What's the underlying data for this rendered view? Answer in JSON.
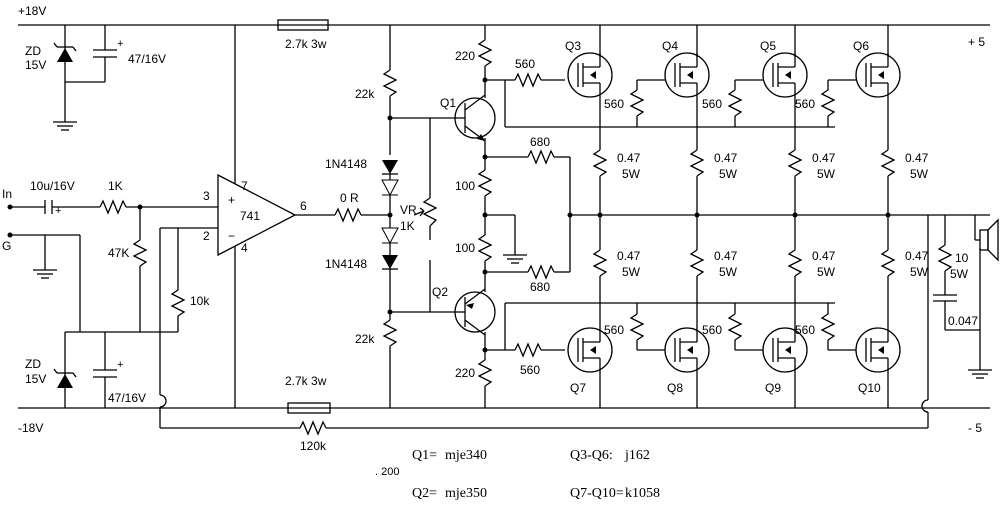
{
  "rails": {
    "positive": "+18V",
    "negative": "-18V",
    "right_top": "+ 5",
    "right_bottom": "- 5"
  },
  "inputs": {
    "in": "In",
    "ground": "G"
  },
  "opamp": {
    "name": "741",
    "pin_plus": "3",
    "pin_minus": "2",
    "pin_vplus": "7",
    "pin_vminus": "4",
    "pin_out": "6",
    "plus_sign": "+",
    "minus_sign": "−"
  },
  "zener_top": {
    "zd": "ZD",
    "voltage": "15V",
    "cap": "47/16V",
    "cap_plus": "+"
  },
  "zener_bottom": {
    "zd": "ZD",
    "voltage": "15V",
    "cap": "47/16V",
    "cap_plus": "+"
  },
  "input_stage": {
    "cap": "10u/16V",
    "r_series": "1K",
    "r_bias": "47K",
    "r_feedback": "10k",
    "cap_plus": "+"
  },
  "output_r": "0 R",
  "bias": {
    "r_top": "22k",
    "r_bottom": "22k",
    "diode_top": "1N4148",
    "diode_bottom": "1N4148",
    "vr": "VR",
    "vr_value": "1K"
  },
  "rail_resistors": {
    "top": "2.7k 3w",
    "bottom": "2.7k 3w",
    "feedback": "120k"
  },
  "drivers": {
    "q1": "Q1",
    "q2": "Q2",
    "r_top": "220",
    "r_bottom": "220",
    "r_q1_emitter": "100",
    "r_q2_emitter": "100",
    "r_680_top": "680",
    "r_680_bottom": "680"
  },
  "outputs": {
    "top_transistors": [
      "Q3",
      "Q4",
      "Q5",
      "Q6"
    ],
    "bottom_transistors": [
      "Q7",
      "Q8",
      "Q9",
      "Q10"
    ],
    "gate_top_first": "560",
    "gate_top_others": [
      "560",
      "560",
      "560"
    ],
    "gate_bottom_first": "560",
    "gate_bottom_others": [
      "560",
      "560",
      "560"
    ],
    "emitter_top": [
      "0.47",
      "0.47",
      "0.47",
      "0.47"
    ],
    "emitter_bottom": [
      "0.47",
      "0.47",
      "0.47",
      "0.47"
    ],
    "emitter_watt": "5W"
  },
  "zobel": {
    "r": "10",
    "r_watt": "5W",
    "cap": "0.047"
  },
  "legend": [
    {
      "key": "Q1=",
      "value": "mje340"
    },
    {
      "key": "Q2=",
      "value": "mje350"
    },
    {
      "key": "Q3-Q6:",
      "value": "j162"
    },
    {
      "key": "Q7-Q10=",
      "value": "k1058"
    }
  ],
  "stray_text": ". 200"
}
